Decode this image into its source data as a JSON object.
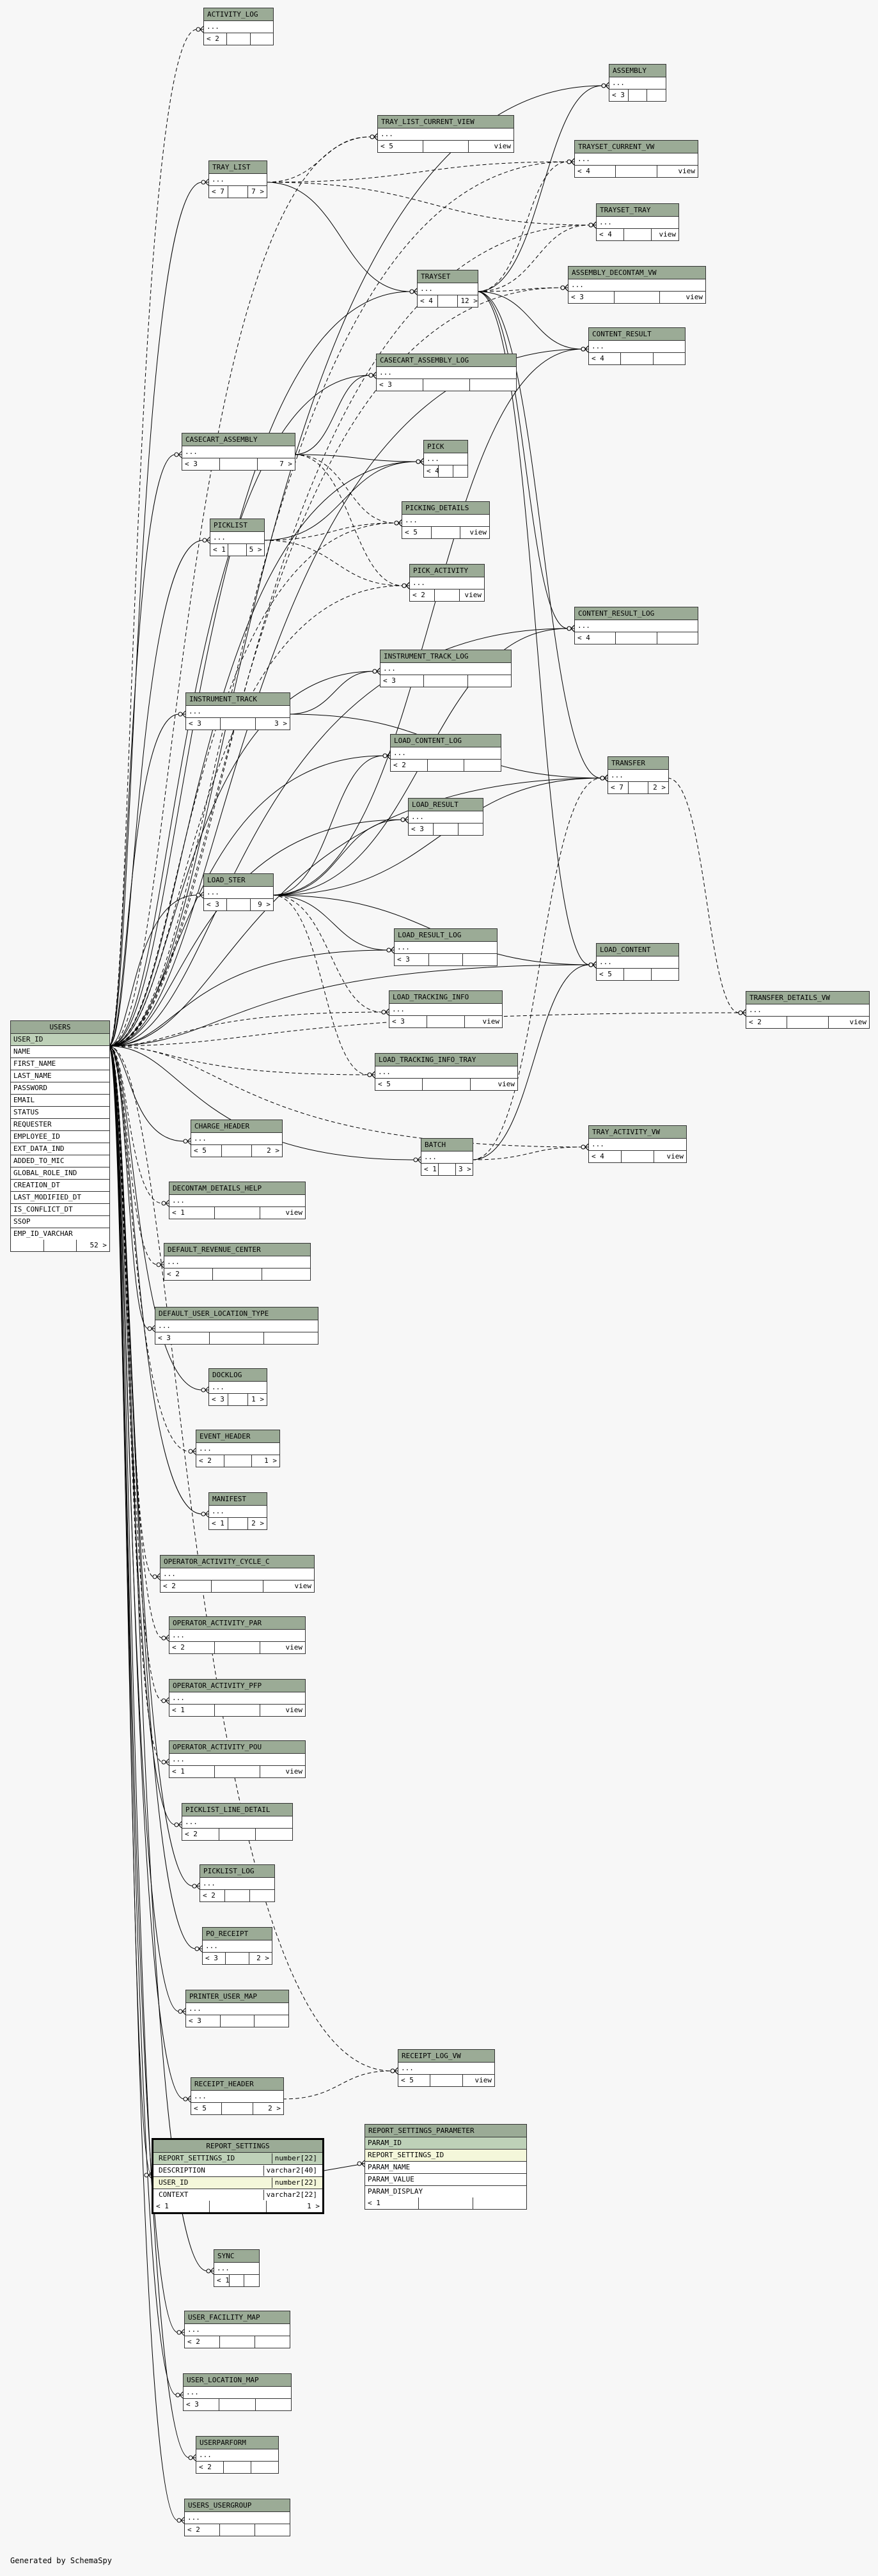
{
  "footer": "Generated by SchemaSpy",
  "users": {
    "title": "USERS",
    "rows": [
      "USER_ID",
      "NAME",
      "FIRST_NAME",
      "LAST_NAME",
      "PASSWORD",
      "EMAIL",
      "STATUS",
      "REQUESTER",
      "EMPLOYEE_ID",
      "EXT_DATA_IND",
      "ADDED_TO_MIC",
      "GLOBAL_ROLE_IND",
      "CREATION_DT",
      "LAST_MODIFIED_DT",
      "IS_CONFLICT_DT",
      "SSOP",
      "EMP_ID_VARCHAR"
    ],
    "foot": "52 >"
  },
  "report_settings": {
    "title": "REPORT_SETTINGS",
    "rows": [
      {
        "name": "REPORT_SETTINGS_ID",
        "type": "number[22]"
      },
      {
        "name": "DESCRIPTION",
        "type": "varchar2[40]"
      },
      {
        "name": "USER_ID",
        "type": "number[22]"
      },
      {
        "name": "CONTEXT",
        "type": "varchar2[22]"
      }
    ],
    "foot_left": "< 1",
    "foot_right": "1 >"
  },
  "report_settings_parameter": {
    "title": "REPORT_SETTINGS_PARAMETER",
    "rows": [
      "PARAM_ID",
      "REPORT_SETTINGS_ID",
      "PARAM_NAME",
      "PARAM_VALUE",
      "PARAM_DISPLAY"
    ],
    "foot_left": "< 1"
  },
  "tables": [
    {
      "name": "ACTIVITY_LOG",
      "l": "< 2",
      "r": ""
    },
    {
      "name": "ASSEMBLY",
      "l": "< 3",
      "r": ""
    },
    {
      "name": "TRAY_LIST_CURRENT_VIEW",
      "l": "< 5",
      "r": "view"
    },
    {
      "name": "TRAYSET_CURRENT_VW",
      "l": "< 4",
      "r": "view"
    },
    {
      "name": "TRAY_LIST",
      "l": "< 7",
      "r": "7 >"
    },
    {
      "name": "TRAYSET_TRAY",
      "l": "< 4",
      "r": "view"
    },
    {
      "name": "TRAYSET",
      "l": "< 4",
      "r": "12 >"
    },
    {
      "name": "ASSEMBLY_DECONTAM_VW",
      "l": "< 3",
      "r": "view"
    },
    {
      "name": "CONTENT_RESULT",
      "l": "< 4",
      "r": ""
    },
    {
      "name": "CASECART_ASSEMBLY_LOG",
      "l": "< 3",
      "r": ""
    },
    {
      "name": "CASECART_ASSEMBLY",
      "l": "< 3",
      "r": "7 >"
    },
    {
      "name": "PICK",
      "l": "< 4",
      "r": ""
    },
    {
      "name": "PICKING_DETAILS",
      "l": "< 5",
      "r": "view"
    },
    {
      "name": "PICKLIST",
      "l": "< 1",
      "r": "5 >"
    },
    {
      "name": "PICK_ACTIVITY",
      "l": "< 2",
      "r": "view"
    },
    {
      "name": "CONTENT_RESULT_LOG",
      "l": "< 4",
      "r": ""
    },
    {
      "name": "INSTRUMENT_TRACK_LOG",
      "l": "< 3",
      "r": ""
    },
    {
      "name": "INSTRUMENT_TRACK",
      "l": "< 3",
      "r": "3 >"
    },
    {
      "name": "TRANSFER",
      "l": "< 7",
      "r": "2 >"
    },
    {
      "name": "LOAD_CONTENT_LOG",
      "l": "< 2",
      "r": ""
    },
    {
      "name": "LOAD_RESULT",
      "l": "< 3",
      "r": ""
    },
    {
      "name": "LOAD_STER",
      "l": "< 3",
      "r": "9 >"
    },
    {
      "name": "LOAD_RESULT_LOG",
      "l": "< 3",
      "r": ""
    },
    {
      "name": "LOAD_CONTENT",
      "l": "< 5",
      "r": ""
    },
    {
      "name": "LOAD_TRACKING_INFO",
      "l": "< 3",
      "r": "view"
    },
    {
      "name": "TRANSFER_DETAILS_VW",
      "l": "< 2",
      "r": "view"
    },
    {
      "name": "LOAD_TRACKING_INFO_TRAY",
      "l": "< 5",
      "r": "view"
    },
    {
      "name": "CHARGE_HEADER",
      "l": "< 5",
      "r": "2 >"
    },
    {
      "name": "BATCH",
      "l": "< 1",
      "r": "3 >"
    },
    {
      "name": "TRAY_ACTIVITY_VW",
      "l": "< 4",
      "r": "view"
    },
    {
      "name": "DECONTAM_DETAILS_HELP",
      "l": "< 1",
      "r": "view"
    },
    {
      "name": "DEFAULT_REVENUE_CENTER",
      "l": "< 2",
      "r": ""
    },
    {
      "name": "DEFAULT_USER_LOCATION_TYPE",
      "l": "< 3",
      "r": ""
    },
    {
      "name": "DOCKLOG",
      "l": "< 3",
      "r": "1 >"
    },
    {
      "name": "EVENT_HEADER",
      "l": "< 2",
      "r": "1 >"
    },
    {
      "name": "MANIFEST",
      "l": "< 1",
      "r": "2 >"
    },
    {
      "name": "OPERATOR_ACTIVITY_CYCLE_C",
      "l": "< 2",
      "r": "view"
    },
    {
      "name": "OPERATOR_ACTIVITY_PAR",
      "l": "< 2",
      "r": "view"
    },
    {
      "name": "OPERATOR_ACTIVITY_PFP",
      "l": "< 1",
      "r": "view"
    },
    {
      "name": "OPERATOR_ACTIVITY_POU",
      "l": "< 1",
      "r": "view"
    },
    {
      "name": "PICKLIST_LINE_DETAIL",
      "l": "< 2",
      "r": ""
    },
    {
      "name": "PICKLIST_LOG",
      "l": "< 2",
      "r": ""
    },
    {
      "name": "PO_RECEIPT",
      "l": "< 3",
      "r": "2 >"
    },
    {
      "name": "PRINTER_USER_MAP",
      "l": "< 3",
      "r": ""
    },
    {
      "name": "RECEIPT_LOG_VW",
      "l": "< 5",
      "r": "view"
    },
    {
      "name": "RECEIPT_HEADER",
      "l": "< 5",
      "r": "2 >"
    },
    {
      "name": "SYNC",
      "l": "< 1",
      "r": ""
    },
    {
      "name": "USER_FACILITY_MAP",
      "l": "< 2",
      "r": ""
    },
    {
      "name": "USER_LOCATION_MAP",
      "l": "< 3",
      "r": ""
    },
    {
      "name": "USERPARFORM",
      "l": "< 2",
      "r": ""
    },
    {
      "name": "USERS_USERGROUP",
      "l": "< 2",
      "r": ""
    }
  ]
}
